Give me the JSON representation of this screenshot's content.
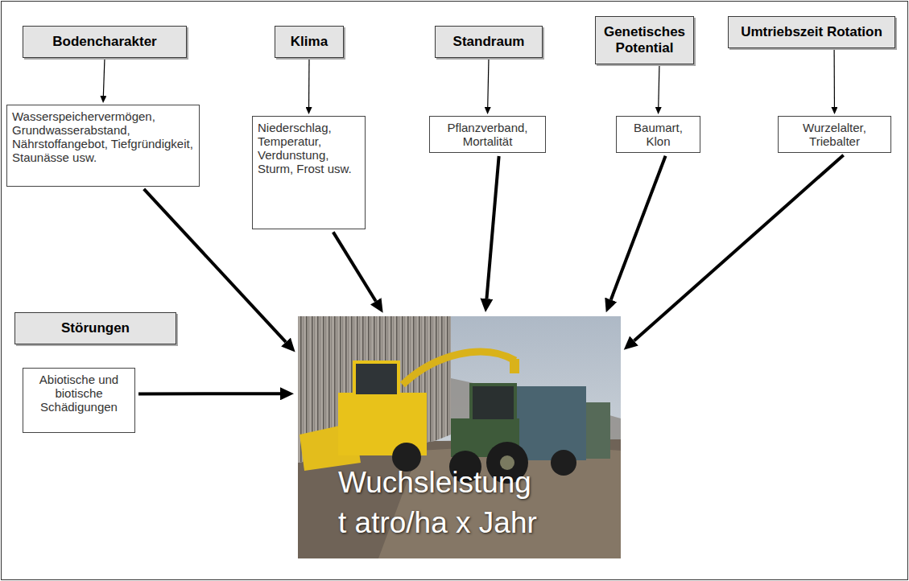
{
  "diagram": {
    "nodes": [
      {
        "text": [
          "Bodencharakter"
        ]
      },
      {
        "text": [
          "Klima"
        ]
      },
      {
        "text": [
          "Standraum"
        ]
      },
      {
        "text": [
          "Genetisches Potential"
        ]
      },
      {
        "text": [
          "Umtriebszeit Rotation"
        ]
      },
      {
        "text": [
          "Wasserspeichervermögen, Grundwasserabstand, Nährstoffangebot, Tiefgründigkeit, Staunässe usw."
        ]
      },
      {
        "text": [
          "Niederschlag, Temperatur, Verdunstung, Sturm, Frost usw."
        ]
      },
      {
        "text": [
          "Pflanzverband, Mortalität"
        ]
      },
      {
        "text": [
          "Baumart, Klon"
        ]
      },
      {
        "text": [
          "Wurzelalter, Triebalter"
        ]
      },
      {
        "text": [
          "Störungen"
        ]
      },
      {
        "text": [
          "Abiotische und biotische Schädigungen"
        ]
      },
      {
        "text": [
          "Wuchsleistung t atro/ha x Jahr"
        ]
      }
    ],
    "edges": [
      {
        "from": 0,
        "to": 5,
        "arrow": "to"
      },
      {
        "from": 1,
        "to": 6,
        "arrow": "to"
      },
      {
        "from": 2,
        "to": 7,
        "arrow": "to"
      },
      {
        "from": 3,
        "to": 8,
        "arrow": "to"
      },
      {
        "from": 4,
        "to": 9,
        "arrow": "to"
      },
      {
        "from": 5,
        "to": 12,
        "arrow": "to"
      },
      {
        "from": 6,
        "to": 12,
        "arrow": "to"
      },
      {
        "from": 7,
        "to": 12,
        "arrow": "to"
      },
      {
        "from": 8,
        "to": 12,
        "arrow": "to"
      },
      {
        "from": 9,
        "to": 12,
        "arrow": "to"
      },
      {
        "from": 11,
        "to": 12,
        "arrow": "to"
      }
    ]
  }
}
